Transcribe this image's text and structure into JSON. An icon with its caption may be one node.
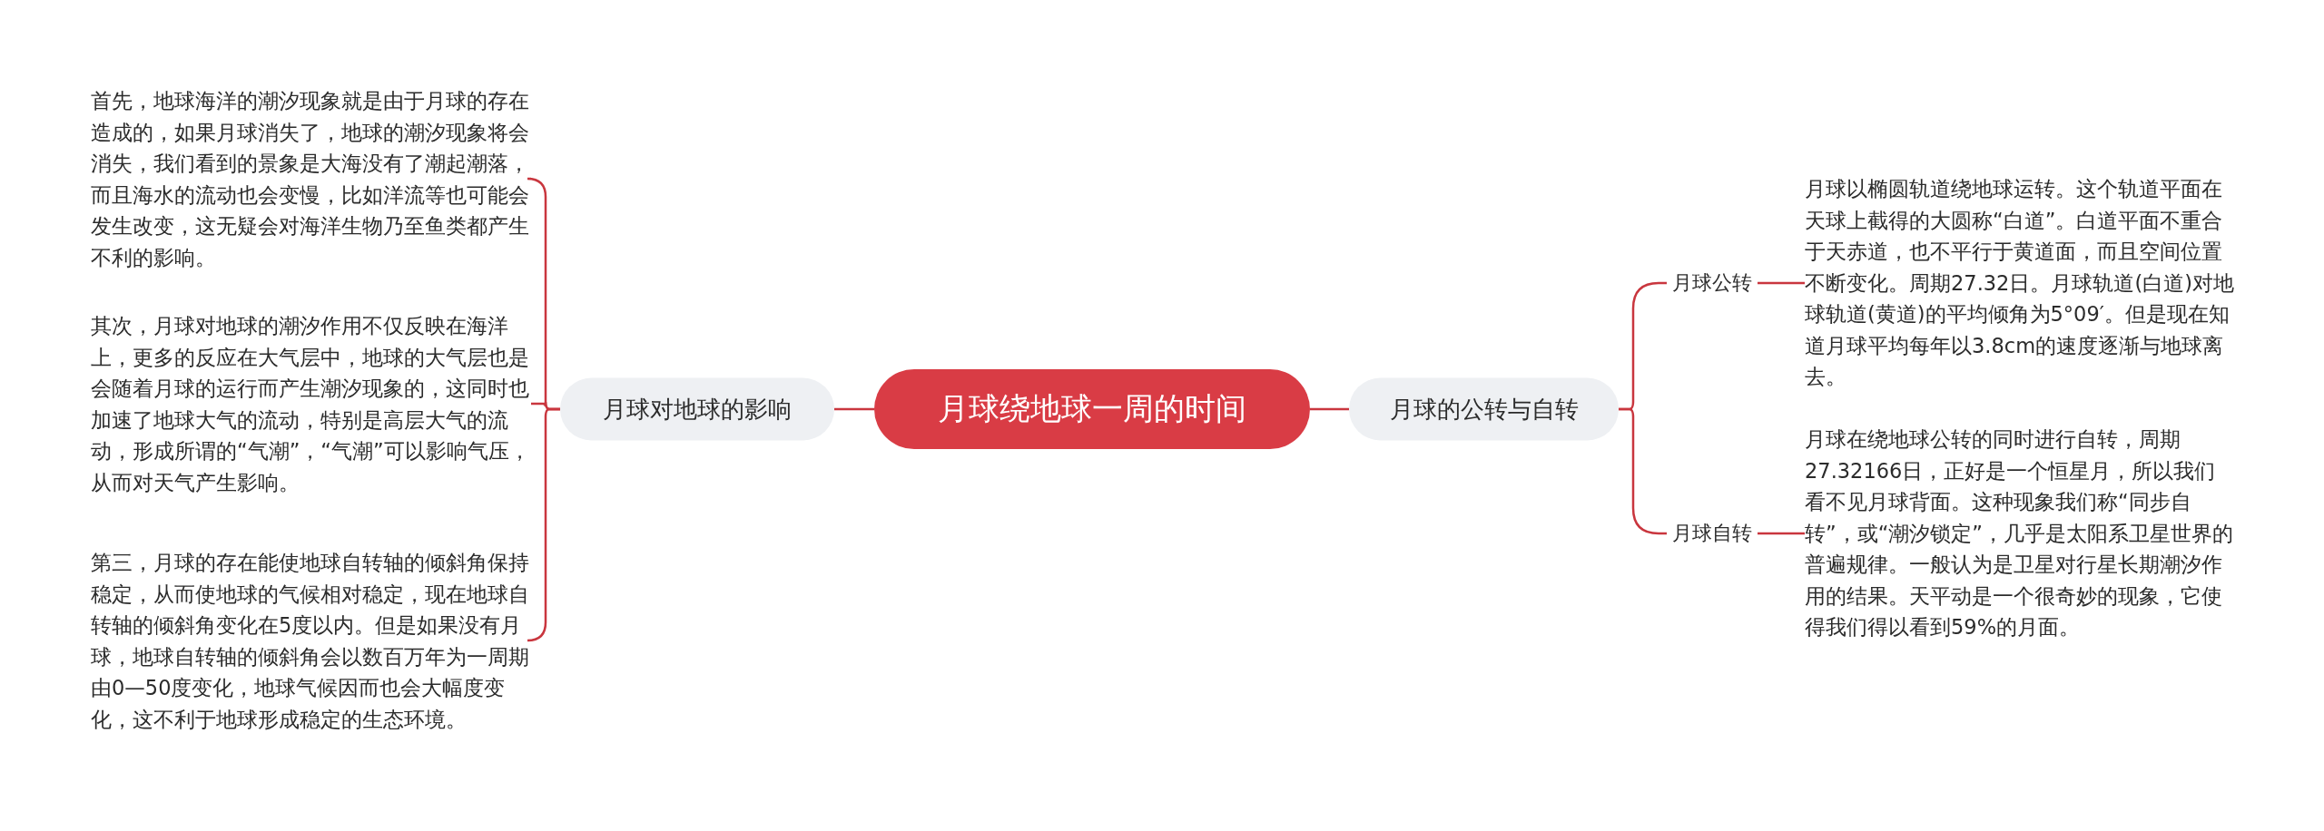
{
  "diagram": {
    "nodes": [
      {
        "text": [
          "月球绕地球一周的时间"
        ]
      },
      {
        "text": [
          "月球对地球的影响"
        ]
      },
      {
        "text": [
          "首先，地球海洋的潮汐现象就是由于月球的存在造成的，如果月球消失了，地球的潮汐现象将会消失，我们看到的景象是大海没有了潮起潮落，而且海水的流动也会变慢，比如洋流等也可能会发生改变，这无疑会对海洋生物乃至鱼类都产生不利的影响。"
        ]
      },
      {
        "text": [
          "其次，月球对地球的潮汐作用不仅反映在海洋上，更多的反应在大气层中，地球的大气层也是会随着月球的运行而产生潮汐现象的，这同时也加速了地球大气的流动，特别是高层大气的流动，形成所谓的“气潮”，“气潮”可以影响气压，从而对天气产生影响。"
        ]
      },
      {
        "text": [
          "第三，月球的存在能使地球自转轴的倾斜角保持稳定，从而使地球的气候相对稳定，现在地球自转轴的倾斜角变化在5度以内。但是如果没有月球，地球自转轴的倾斜角会以数百万年为一周期由0—50度变化，地球气候因而也会大幅度变化，这不利于地球形成稳定的生态环境。"
        ]
      },
      {
        "text": [
          "月球的公转与自转"
        ]
      },
      {
        "text": [
          "月球公转"
        ]
      },
      {
        "text": [
          "月球以椭圆轨道绕地球运转。这个轨道平面在天球上截得的大圆称“白道”。白道平面不重合于天赤道，也不平行于黄道面，而且空间位置不断变化。周期27.32日。月球轨道(白道)对地球轨道(黄道)的平均倾角为5°09′。但是现在知道月球平均每年以3.8cm的速度逐渐与地球离去。"
        ]
      },
      {
        "text": [
          "月球自转"
        ]
      },
      {
        "text": [
          "月球在绕地球公转的同时进行自转，周期27.32166日，正好是一个恒星月，所以我们看不见月球背面。这种现象我们称“同步自转”，或“潮汐锁定”，几乎是太阳系卫星世界的普遍规律。一般认为是卫星对行星长期潮汐作用的结果。天平动是一个很奇妙的现象，它使得我们得以看到59%的月面。"
        ]
      }
    ],
    "edges": [
      {
        "from": 0,
        "to": 1,
        "arrow": "none"
      },
      {
        "from": 1,
        "to": 2,
        "arrow": "none"
      },
      {
        "from": 1,
        "to": 3,
        "arrow": "none"
      },
      {
        "from": 1,
        "to": 4,
        "arrow": "none"
      },
      {
        "from": 0,
        "to": 5,
        "arrow": "none"
      },
      {
        "from": 5,
        "to": 6,
        "arrow": "none"
      },
      {
        "from": 6,
        "to": 7,
        "arrow": "none"
      },
      {
        "from": 5,
        "to": 8,
        "arrow": "none"
      },
      {
        "from": 8,
        "to": 9,
        "arrow": "none"
      }
    ]
  }
}
